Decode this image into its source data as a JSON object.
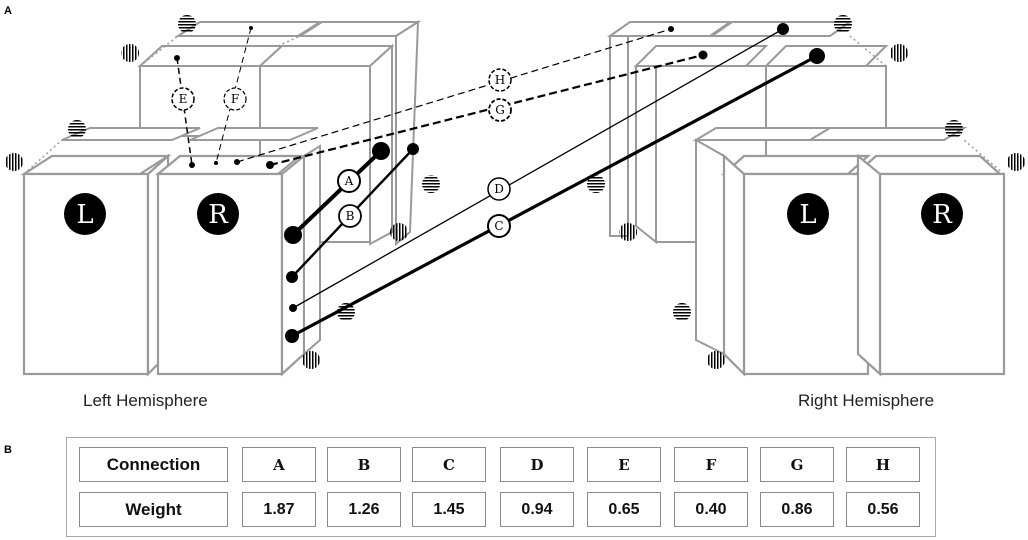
{
  "panels": {
    "a": "A",
    "b": "B"
  },
  "hemispheres": {
    "left": "Left Hemisphere",
    "right": "Right Hemisphere"
  },
  "box_letters": {
    "left_L": "L",
    "left_R": "R",
    "right_L": "L",
    "right_R": "R"
  },
  "connections": [
    {
      "id": "A",
      "weight": "1.87",
      "style": "solid-thick"
    },
    {
      "id": "B",
      "weight": "1.26",
      "style": "solid"
    },
    {
      "id": "C",
      "weight": "1.45",
      "style": "solid-thick"
    },
    {
      "id": "D",
      "weight": "0.94",
      "style": "solid-thin"
    },
    {
      "id": "E",
      "weight": "0.65",
      "style": "dashed"
    },
    {
      "id": "F",
      "weight": "0.40",
      "style": "dashed-thin"
    },
    {
      "id": "G",
      "weight": "0.86",
      "style": "dashed-thick"
    },
    {
      "id": "H",
      "weight": "0.56",
      "style": "dashed"
    }
  ],
  "table": {
    "row1_header": "Connection",
    "row2_header": "Weight"
  },
  "colors": {
    "box_stroke": "#9a9a9a",
    "line": "#000000",
    "background": "#ffffff"
  }
}
